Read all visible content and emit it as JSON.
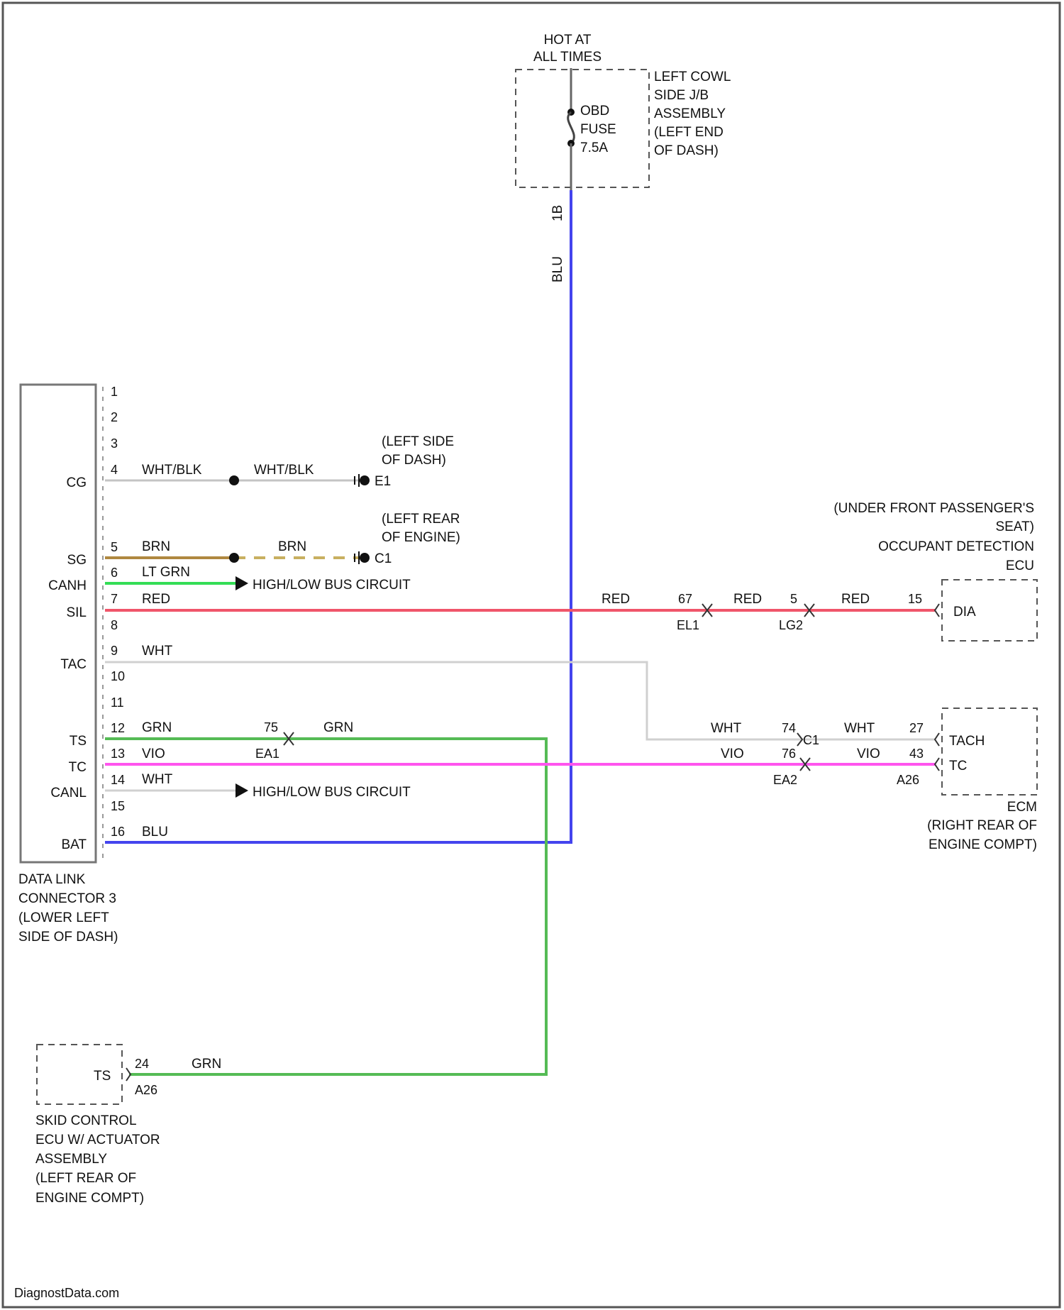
{
  "power": {
    "hot_line1": "HOT AT",
    "hot_line2": "ALL TIMES",
    "fuse_line1": "OBD",
    "fuse_line2": "FUSE",
    "fuse_line3": "7.5A",
    "jb_lines": [
      "LEFT COWL",
      "SIDE J/B",
      "ASSEMBLY",
      "(LEFT END",
      "OF DASH)"
    ],
    "connector_top": "1B",
    "wire_color_top": "BLU"
  },
  "dlc": {
    "pins": [
      "1",
      "2",
      "3",
      "4",
      "5",
      "6",
      "7",
      "8",
      "9",
      "10",
      "11",
      "12",
      "13",
      "14",
      "15",
      "16"
    ],
    "signals": {
      "cg": "CG",
      "sg": "SG",
      "canh": "CANH",
      "sil": "SIL",
      "tac": "TAC",
      "ts": "TS",
      "tc": "TC",
      "canl": "CANL",
      "bat": "BAT"
    },
    "name_lines": [
      "DATA LINK",
      "CONNECTOR 3",
      "(LOWER LEFT",
      "SIDE OF DASH)"
    ]
  },
  "ground_e1": {
    "wire1": "WHT/BLK",
    "wire2": "WHT/BLK",
    "label": "E1",
    "loc_lines": [
      "(LEFT SIDE",
      "OF DASH)"
    ]
  },
  "ground_c1": {
    "wire1": "BRN",
    "wire2": "BRN",
    "label": "C1",
    "loc_lines": [
      "(LEFT REAR",
      "OF ENGINE)"
    ]
  },
  "canh_wire": {
    "color": "LT GRN",
    "label": "HIGH/LOW BUS CIRCUIT"
  },
  "canl_wire": {
    "color": "WHT",
    "label": "HIGH/LOW BUS CIRCUIT"
  },
  "sil_wire": {
    "c1": "RED",
    "p1": "67",
    "conn1": "EL1",
    "c2": "RED",
    "p2": "5",
    "conn2": "LG2",
    "c3": "RED",
    "p3": "15",
    "term": "DIA"
  },
  "occupant": {
    "lines": [
      "(UNDER FRONT PASSENGER'S",
      "SEAT)",
      "OCCUPANT DETECTION",
      "ECU"
    ]
  },
  "tac_wire": {
    "c1": "WHT",
    "c2": "WHT",
    "c3": "WHT",
    "p1": "74",
    "conn": "C1",
    "p2": "27",
    "term": "TACH"
  },
  "ts_wire": {
    "c1": "GRN",
    "p1": "75",
    "c2": "GRN"
  },
  "tc_wire": {
    "c1": "VIO",
    "conn1": "EA1",
    "c2": "VIO",
    "p1": "76",
    "conn2": "EA2",
    "c3": "VIO",
    "p2": "43",
    "conn3": "A26",
    "term": "TC"
  },
  "bat_wire": {
    "color": "BLU"
  },
  "ecm": {
    "lines": [
      "ECM",
      "(RIGHT REAR OF",
      "ENGINE COMPT)"
    ]
  },
  "skid": {
    "term": "TS",
    "pin": "24",
    "conn": "A26",
    "wire": "GRN",
    "lines": [
      "SKID CONTROL",
      "ECU W/ ACTUATOR",
      "ASSEMBLY",
      "(LEFT REAR OF",
      "ENGINE COMPT)"
    ]
  },
  "watermark": "DiagnostData.com",
  "colors": {
    "blu": "#4444ee",
    "red": "#f0556a",
    "grn": "#55bb55",
    "ltgrn": "#33dd55",
    "vio": "#ff55ee",
    "brn": "#b08840",
    "brn_dash": "#c8b060",
    "wht": "#d0d0d0",
    "whtblk": "#c4c4c4"
  }
}
